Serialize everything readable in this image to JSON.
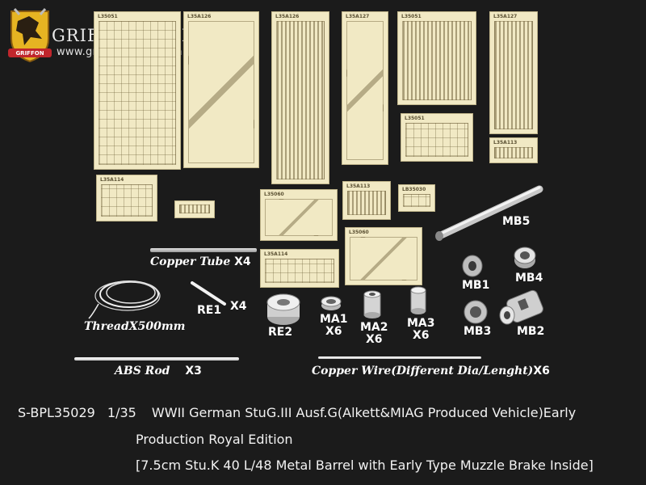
{
  "brand": {
    "name": "GRIFFON MODEL",
    "url": "www.griffonmodel.com",
    "badge": "GRIFFON"
  },
  "frets": [
    {
      "code": "L35051"
    },
    {
      "code": "L35A126"
    },
    {
      "code": "L35A126"
    },
    {
      "code": "L35A127"
    },
    {
      "code": "L35051"
    },
    {
      "code": "L35A127"
    },
    {
      "code": "L35051"
    },
    {
      "code": "L35A113"
    },
    {
      "code": "L35A114"
    },
    {
      "code": "L35060"
    },
    {
      "code": "L35A113"
    },
    {
      "code": "LB35030"
    },
    {
      "code": "L35060"
    },
    {
      "code": "L35A114"
    }
  ],
  "parts": {
    "copper_tube": {
      "name": "Copper Tube",
      "qty": "X4"
    },
    "thread": {
      "name": "Thread",
      "qty": "X500mm"
    },
    "abs_rod": {
      "name": "ABS Rod",
      "qty": "X3"
    },
    "copper_wire": {
      "name": "Copper Wire",
      "note": "(Different Dia/Lenght)",
      "qty": "X6"
    },
    "re1": {
      "name": "RE1",
      "qty": "X4"
    },
    "re2": {
      "name": "RE2"
    },
    "ma1": {
      "name": "MA1",
      "qty": "X6"
    },
    "ma2": {
      "name": "MA2",
      "qty": "X6"
    },
    "ma3": {
      "name": "MA3",
      "qty": "X6"
    },
    "mb1": {
      "name": "MB1"
    },
    "mb2": {
      "name": "MB2"
    },
    "mb3": {
      "name": "MB3"
    },
    "mb4": {
      "name": "MB4"
    },
    "mb5": {
      "name": "MB5"
    }
  },
  "title": {
    "sku": "S-BPL35029",
    "scale": "1/35",
    "line1": "WWII German StuG.III Ausf.G(Alkett&MIAG Produced Vehicle)Early",
    "line2": "Production  Royal Edition",
    "line3": "[7.5cm Stu.K 40 L/48 Metal Barrel with Early Type Muzzle Brake Inside]"
  },
  "colors": {
    "background": "#1b1b1b",
    "brass": "#f1e9c4",
    "label": "#ffffff",
    "logo_red": "#c0262c",
    "logo_gold": "#e6b422"
  }
}
